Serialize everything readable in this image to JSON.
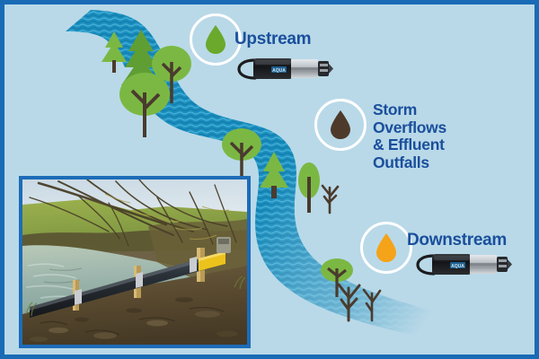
{
  "graphic": {
    "title": "River water quality monitoring diagram",
    "background_color": "#b9d9e8",
    "border_color": "#1a6bb5",
    "river_color": "#1b8fc0",
    "river_color_dark": "#0d7aa8",
    "label_color": "#1a4f9c"
  },
  "markers": [
    {
      "id": "upstream",
      "label": "Upstream",
      "icon": "water-droplet-icon",
      "droplet_color": "#6aa92c",
      "ring_color": "#ffffff"
    },
    {
      "id": "storm-overflows",
      "label": "Storm\nOverflows\n& Effluent\nOutfalls",
      "icon": "water-droplet-icon",
      "droplet_color": "#4e3a2a",
      "ring_color": "#ffffff"
    },
    {
      "id": "downstream",
      "label": "Downstream",
      "icon": "water-droplet-icon",
      "droplet_color": "#f5a318",
      "ring_color": "#ffffff"
    }
  ],
  "sensors": [
    {
      "id": "sensor-upstream",
      "icon": "water-quality-sensor-probe-icon",
      "body_color": "#1a1a1c",
      "metal_color": "#b8bcc0"
    },
    {
      "id": "sensor-downstream",
      "icon": "water-quality-sensor-probe-icon",
      "body_color": "#1a1a1c",
      "metal_color": "#b8bcc0"
    }
  ],
  "photo": {
    "id": "riverbank-outfall-photo",
    "caption": "",
    "border_color": "#1d6cb8",
    "description": "Photograph of a dark outfall pipe with yellow tape mounted on wooden stakes beside a stream with bare winter trees"
  },
  "trees": {
    "foliage_green": "#7bb843",
    "foliage_green_dark": "#5f9e33",
    "trunk_brown": "#4a3b2e"
  }
}
